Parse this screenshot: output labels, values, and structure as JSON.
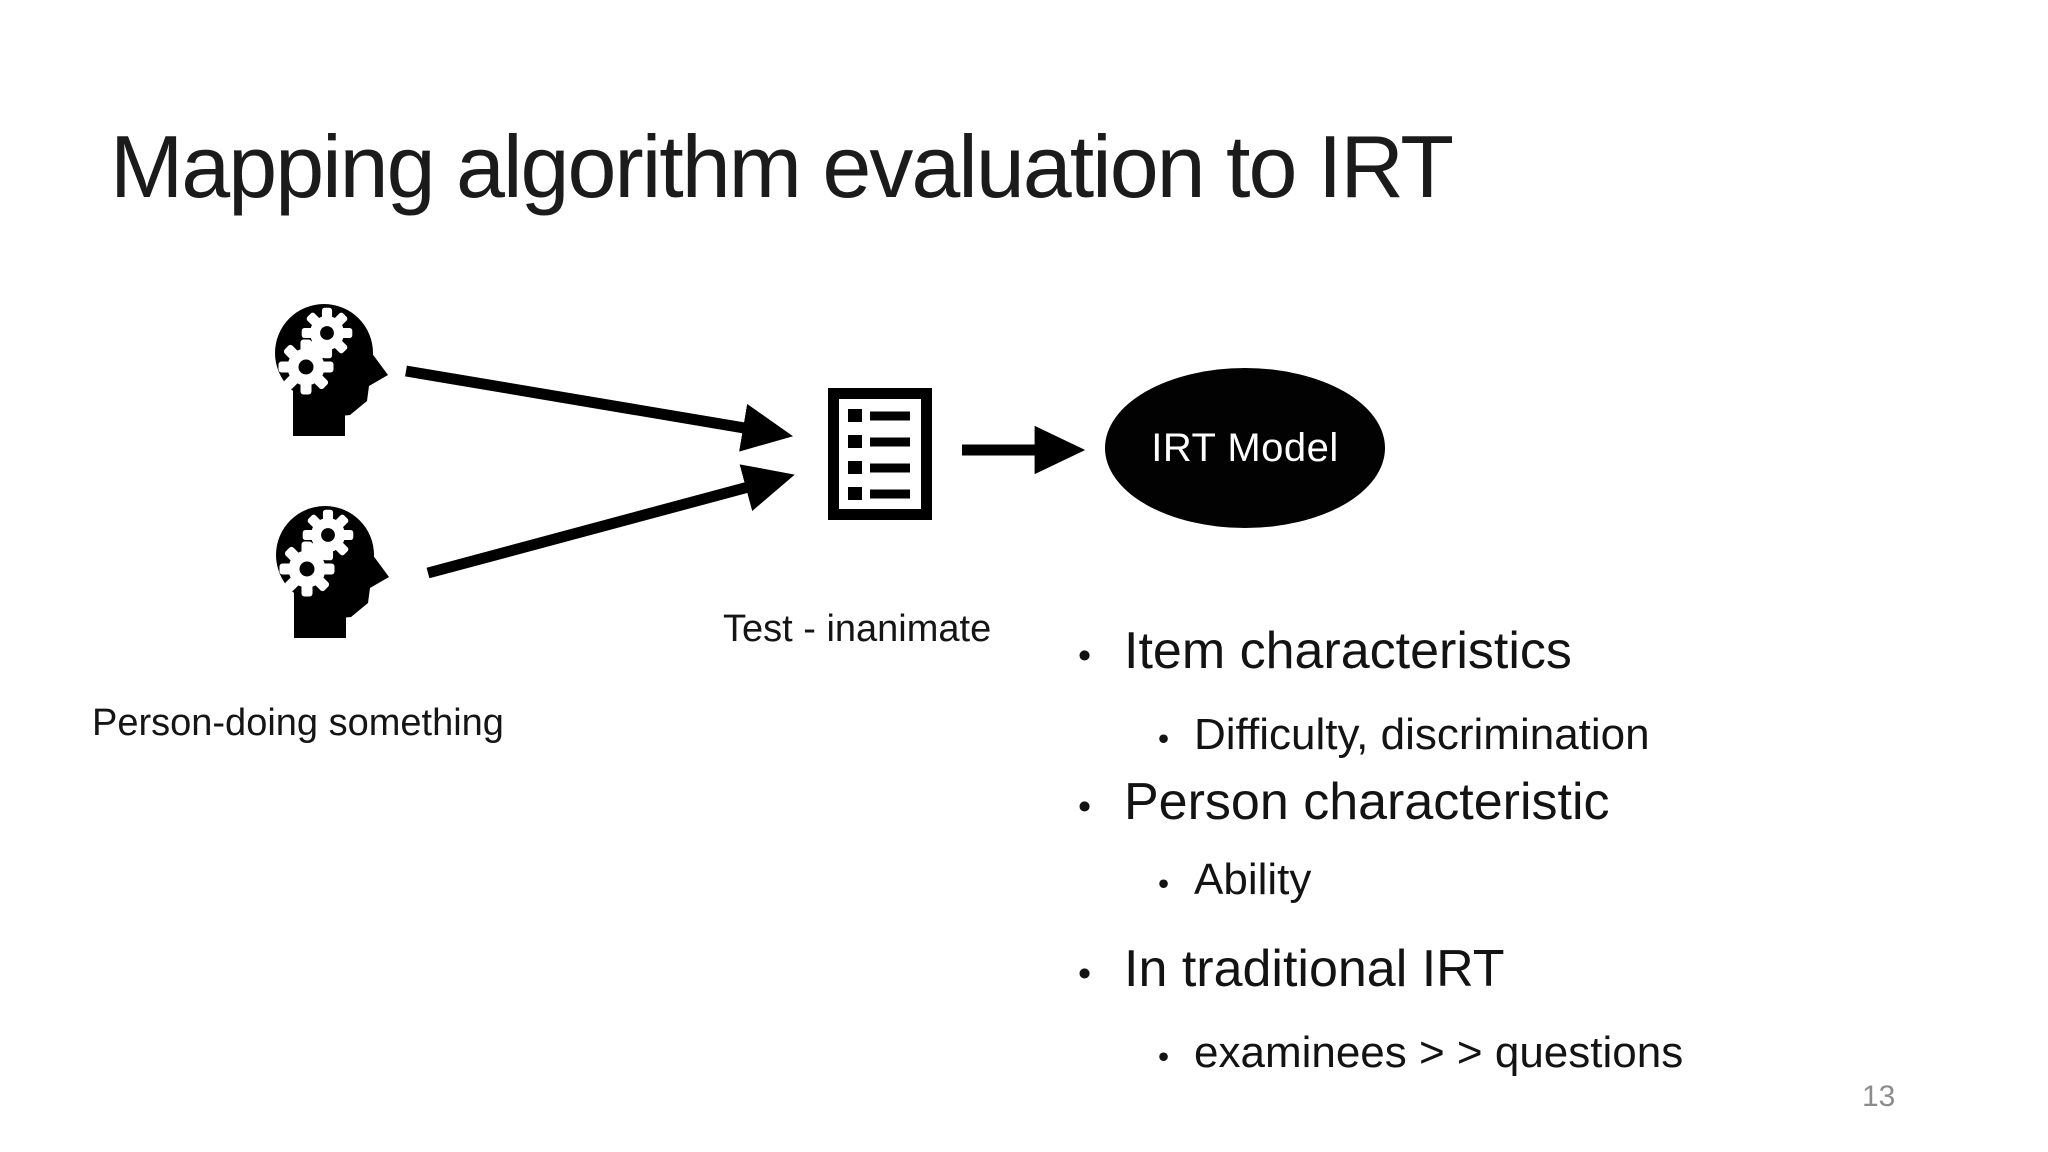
{
  "slide": {
    "title": "Mapping algorithm evaluation to IRT",
    "page_number": "13",
    "bullet_glyph": "•",
    "diagram": {
      "person_label": "Person-doing something",
      "test_label": "Test - inanimate",
      "model_label": "IRT Model",
      "icons": [
        "thinking-head-icon",
        "thinking-head-icon",
        "checklist-icon",
        "arrow",
        "arrow",
        "arrow"
      ]
    },
    "bullets": [
      {
        "level": 1,
        "text": "Item characteristics"
      },
      {
        "level": 2,
        "text": "Difficulty, discrimination"
      },
      {
        "level": 1,
        "text": "Person characteristic"
      },
      {
        "level": 2,
        "text": "Ability"
      },
      {
        "level": 1,
        "text": "In traditional IRT"
      },
      {
        "level": 2,
        "text": "examinees > > questions"
      }
    ],
    "colors": {
      "background": "#ffffff",
      "text": "#1b1b1b",
      "shape": "#000000",
      "model_text": "#ffffff",
      "page_number": "#8c8c8c"
    }
  }
}
